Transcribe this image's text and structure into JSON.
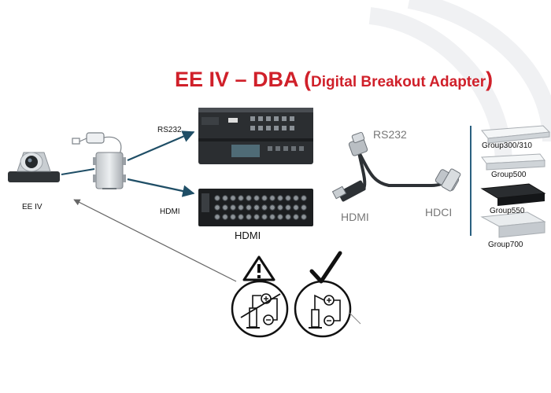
{
  "title": {
    "part1": "EE IV – DBA (",
    "part2": "Digital Breakout Adapter",
    "part3": ")"
  },
  "labels": {
    "camera": "EE IV",
    "link_top": "RS232",
    "link_bottom": "HDMI",
    "hdmi_unit": "HDMI",
    "cable_rs232": "RS232",
    "cable_hdmi": "HDMI",
    "cable_hdci": "HDCI"
  },
  "groups": [
    "Group300/310",
    "Group500",
    "Group550",
    "Group700"
  ],
  "colors": {
    "title": "#d0202a",
    "arrow": "#1f4e66",
    "bar": "#2a6080"
  },
  "icons": {
    "warning": "warning-triangle-icon",
    "ok": "check-mark-icon"
  }
}
